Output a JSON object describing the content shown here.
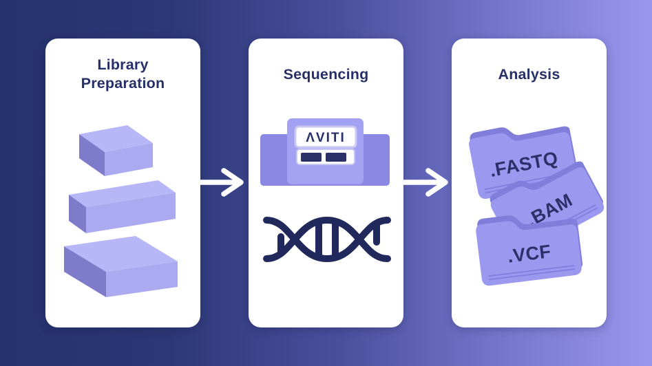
{
  "diagram": {
    "steps": [
      {
        "id": "library-preparation",
        "title": "Library\nPreparation",
        "illustration": "three-stacked-library-plates"
      },
      {
        "id": "sequencing",
        "title": "Sequencing",
        "device_screen_label": "ΛVITI",
        "illustration": "aviti-sequencer-and-dna-helix"
      },
      {
        "id": "analysis",
        "title": "Analysis",
        "illustration": "output-file-folders",
        "files": [
          {
            "label": ".FASTQ"
          },
          {
            "label": ".BAM"
          },
          {
            "label": ".VCF"
          }
        ]
      }
    ],
    "colors": {
      "background_left": "#26326d",
      "background_right": "#9a97ee",
      "card_background": "#ffffff",
      "title_text": "#272f68",
      "plate_top": "#b7b6f7",
      "plate_side_dark": "#7e7cca",
      "plate_front": "#abaaf0",
      "machine_bar": "#8a88e3",
      "machine_body": "#a3a1f2",
      "navy_icon": "#21295c",
      "folder_front": "#9b98ef",
      "folder_back": "#807ddb",
      "arrow": "#ffffff"
    }
  }
}
